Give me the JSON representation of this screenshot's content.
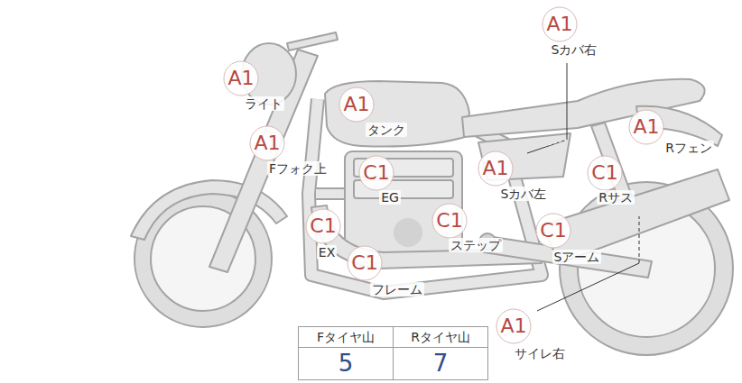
{
  "diagram": {
    "nodes": [
      {
        "text": [
          "A1"
        ]
      },
      {
        "text": [
          "A1"
        ]
      },
      {
        "text": [
          "A1"
        ]
      },
      {
        "text": [
          "A1"
        ]
      },
      {
        "text": [
          "A1"
        ]
      },
      {
        "text": [
          "C1"
        ]
      },
      {
        "text": [
          "A1"
        ]
      },
      {
        "text": [
          "C1"
        ]
      },
      {
        "text": [
          "C1"
        ]
      },
      {
        "text": [
          "C1"
        ]
      },
      {
        "text": [
          "C1"
        ]
      },
      {
        "text": [
          "C1"
        ]
      },
      {
        "text": [
          "A1"
        ]
      }
    ],
    "labels": [
      "Sカバ右",
      "ライト",
      "タンク",
      "Rフェン",
      "Fフォク上",
      "EG",
      "Sカバ左",
      "Rサス",
      "EX",
      "ステップ",
      "Sアーム",
      "フレーム",
      "サイレ右",
      "Fタイヤ山",
      "Rタイヤ山",
      "5",
      "7"
    ]
  }
}
